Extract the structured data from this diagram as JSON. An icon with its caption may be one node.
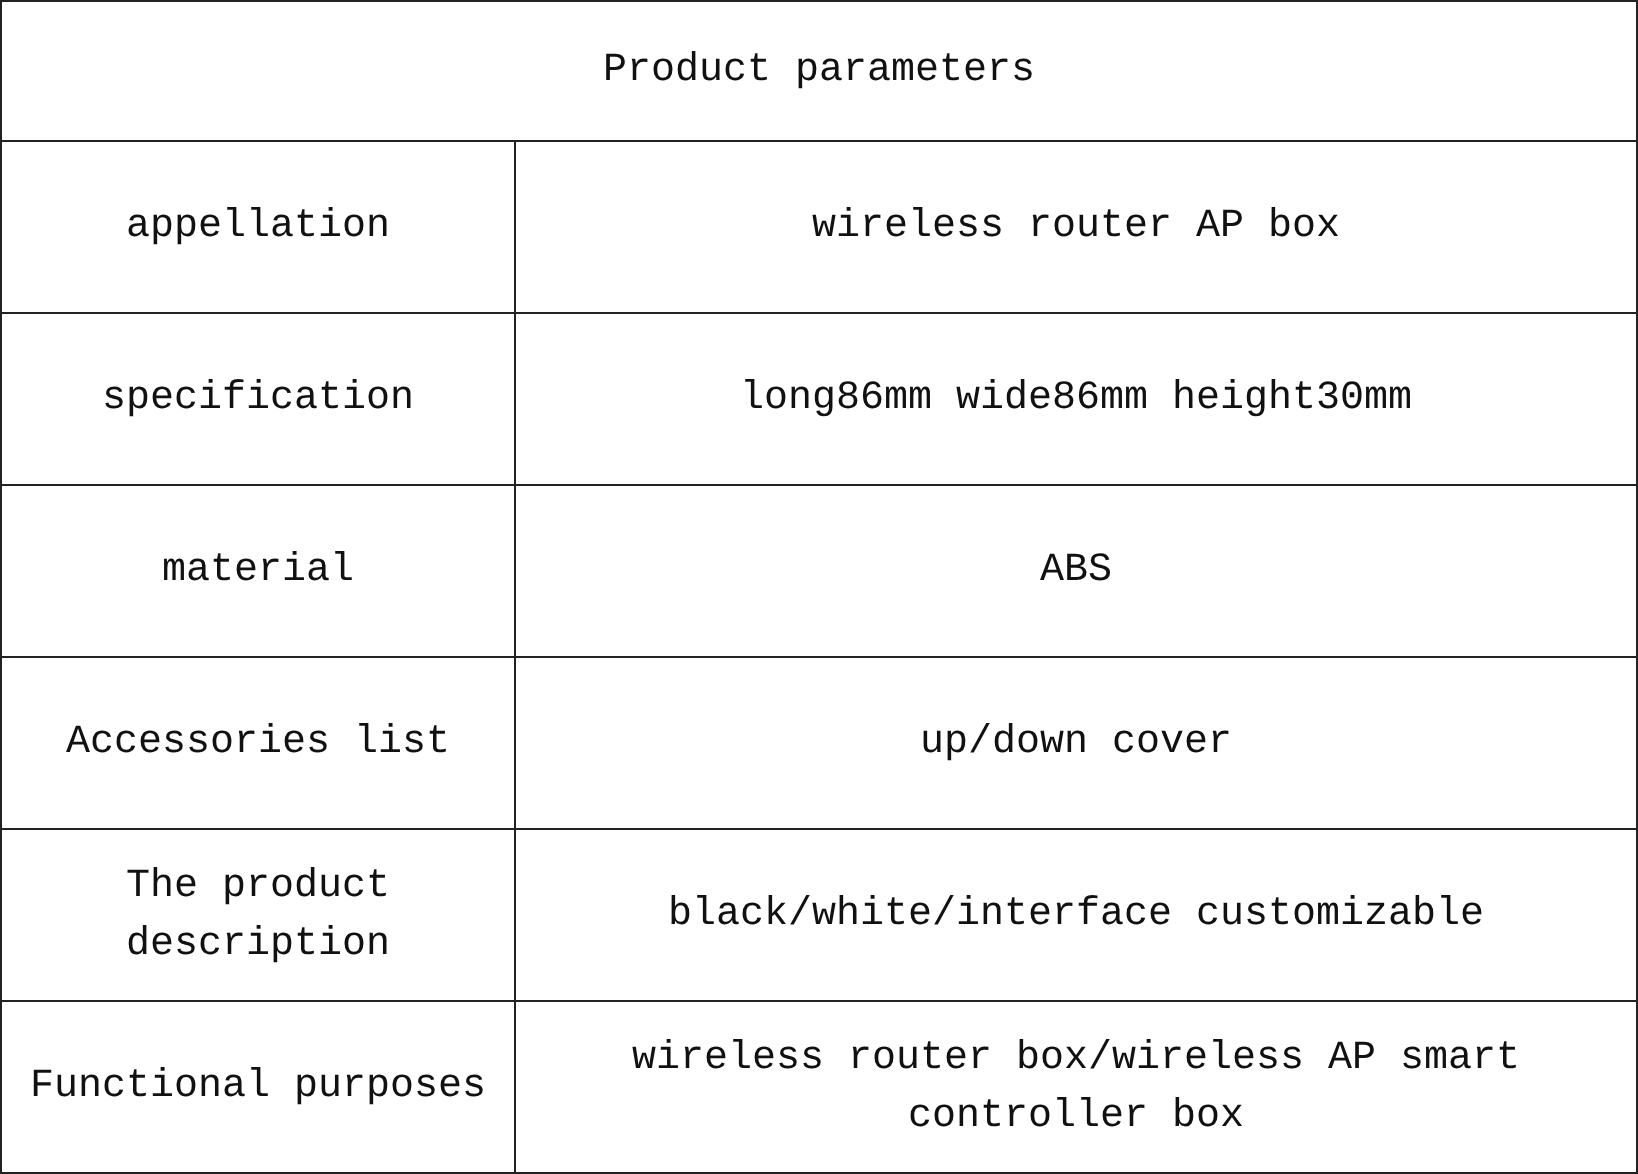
{
  "diagram": {
    "labels": [
      "Product parameters",
      "appellation",
      "wireless router AP box",
      "specification",
      "long86mm wide86mm height30mm",
      "material",
      "ABS",
      "Accessories list",
      "up/down cover",
      "The product description",
      "black/white/interface customizable",
      "Functional purposes",
      "wireless router box/wireless AP smart controller box"
    ]
  }
}
